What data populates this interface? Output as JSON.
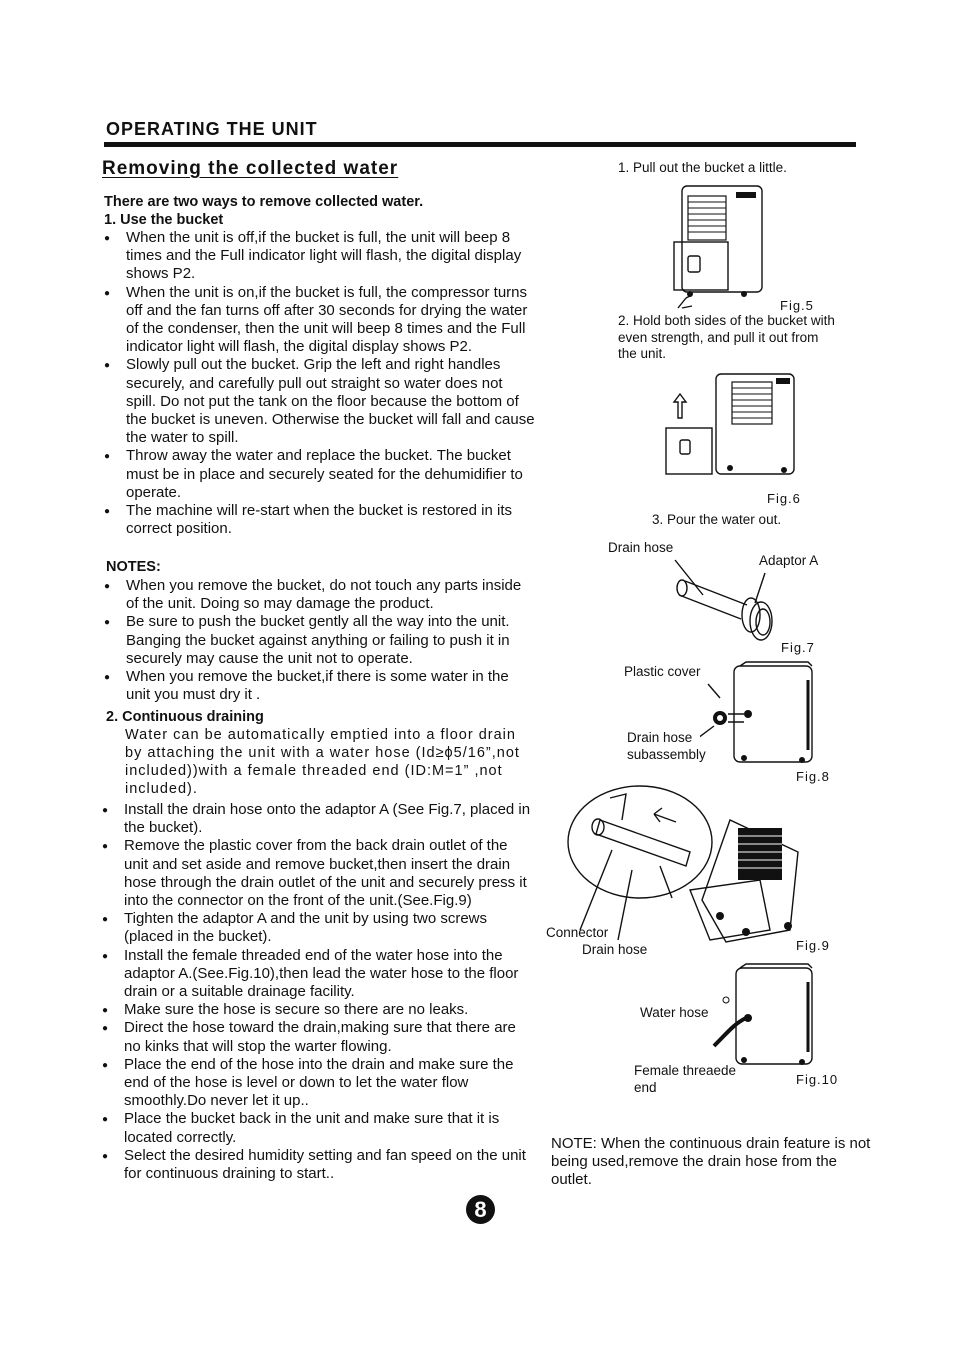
{
  "header": {
    "title": "OPERATING THE UNIT",
    "subtitle": "Removing the collected water"
  },
  "intro": {
    "line1": "There are two ways to remove collected water.",
    "line2": "1. Use the bucket"
  },
  "bucket_items": [
    "When the unit is off,if the bucket is full, the unit will beep 8 times and the Full indicator light will flash, the digital display shows P2.",
    "When the unit is on,if the bucket is full, the compressor turns off and the fan turns off after 30 seconds for drying the water of the condenser, then the unit  will beep 8 times and the Full indicator light will flash, the digital display shows P2.",
    "Slowly pull out the bucket. Grip the left and right handles securely, and carefully pull out straight so water does not spill. Do not put the tank on the floor because the bottom of the bucket is uneven. Otherwise the bucket will fall and cause the water to spill.",
    "Throw away the water and replace the bucket. The bucket must  be in place and securely seated  for the dehumidifier to operate.",
    "The machine will re-start when the bucket is restored in its correct position."
  ],
  "notes": {
    "title": "NOTES:",
    "items": [
      "When you remove the bucket, do not touch any parts inside of the unit. Doing so may damage the product.",
      "Be sure to push the bucket gently all the way into the unit. Banging the bucket against anything or failing to push it in securely may cause the unit not to operate.",
      "When you remove the bucket,if there is some water in the unit you must dry it ."
    ]
  },
  "continuous": {
    "title": "2. Continuous draining",
    "body": "Water can be automatically emptied into a floor drain by attaching the unit with a water hose (Id≥ϕ5/16”,not included))with a female threaded end (ID:M=1” ,not included).",
    "items": [
      "Install the drain hose onto the adaptor A  (See Fig.7, placed in the bucket).",
      "Remove the plastic cover from the back drain outlet of the unit and set aside and remove bucket,then insert the drain hose through the drain outlet of the unit and securely press it into the connector on the front of the unit.(See.Fig.9)",
      "Tighten the adaptor A and the unit by using two screws (placed in the bucket).",
      "Install the female threaded end of the water hose into the adaptor A.(See.Fig.10),then lead the water hose to the floor drain or a suitable drainage facility.",
      "Make sure the hose is secure so there are no leaks.",
      "Direct the hose toward the drain,making sure that there are no kinks that will stop the warter flowing.",
      "Place the end of the hose into the drain and make sure the end of the hose is level or down to let the water flow smoothly.Do never let it up..",
      "Place the bucket back in the unit and make sure that it is located correctly.",
      "Select the desired humidity setting and fan speed on the unit for continuous draining to start.."
    ]
  },
  "page_number": "8",
  "figures": {
    "step1": "1. Pull out the bucket  a little.",
    "fig5": "Fig.5",
    "step2": "2. Hold both sides of the bucket with even strength, and pull it out from the unit.",
    "fig6": "Fig.6",
    "step3": "3. Pour the water out.",
    "drain_hose": "Drain hose",
    "adaptor_a": "Adaptor A",
    "fig7": "Fig.7",
    "plastic_cover": "Plastic cover",
    "drain_hose_sub": "Drain hose subassembly",
    "fig8": "Fig.8",
    "connector": "Connector",
    "drain_hose2": "Drain hose",
    "fig9": "Fig.9",
    "water_hose": "Water hose",
    "female_end": "Female threaede end",
    "fig10": "Fig.10"
  },
  "note_right": "NOTE: When the continuous drain feature is not being used,remove the drain hose from the outlet."
}
